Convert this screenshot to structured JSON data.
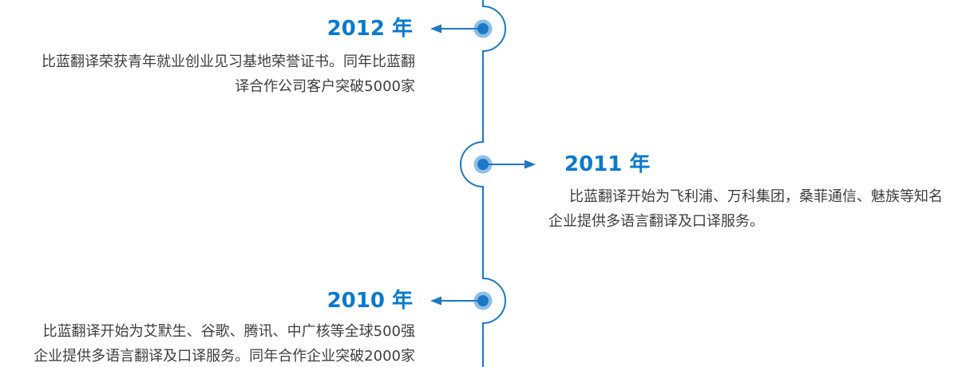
{
  "page": {
    "background": "#ffffff"
  },
  "colors": {
    "accent_blue": "#0a79cd",
    "line_blue": "#1a78c6",
    "halo_blue": "#8cc0e5",
    "body_text": "#3e3e3e"
  },
  "timeline": {
    "items": [
      {
        "year": "2012 年",
        "side": "left",
        "description": "比蓝翻译荣获青年就业创业见习基地荣誉证书。同年比蓝翻\n译合作公司客户突破5000家"
      },
      {
        "year": "2011 年",
        "side": "right",
        "description": "比蓝翻译开始为飞利浦、万科集团，桑菲通信、魅族等知名\n企业提供多语言翻译及口译服务。"
      },
      {
        "year": "2010 年",
        "side": "left",
        "description": "比蓝翻译开始为艾默生、谷歌、腾讯、中广核等全球500强\n企业提供多语言翻译及口译服务。同年合作企业突破2000家"
      }
    ]
  }
}
